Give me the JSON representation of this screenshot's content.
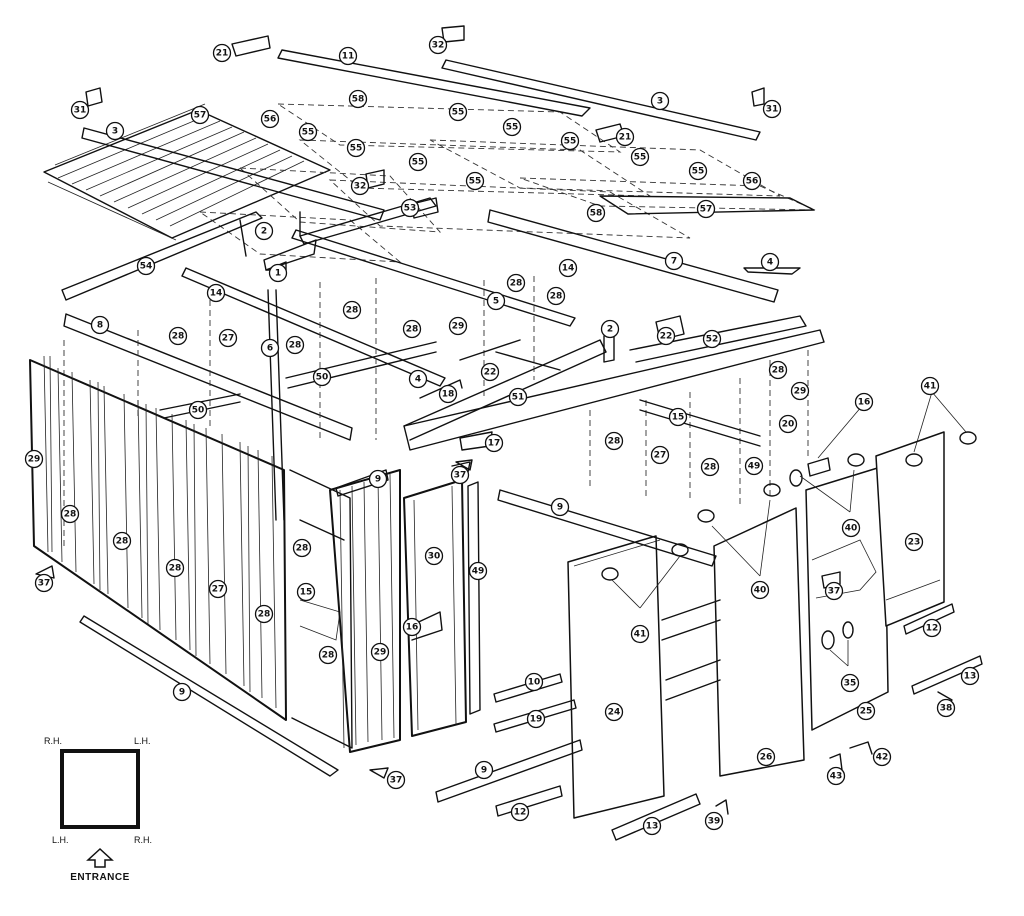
{
  "diagram": {
    "part_callouts": [
      {
        "id": "c-21a",
        "num": "21"
      },
      {
        "id": "c-11",
        "num": "11"
      },
      {
        "id": "c-32a",
        "num": "32"
      },
      {
        "id": "c-31a",
        "num": "31"
      },
      {
        "id": "c-3a",
        "num": "3"
      },
      {
        "id": "c-31b",
        "num": "31"
      },
      {
        "id": "c-58a",
        "num": "58"
      },
      {
        "id": "c-55a",
        "num": "55"
      },
      {
        "id": "c-57a",
        "num": "57"
      },
      {
        "id": "c-56a",
        "num": "56"
      },
      {
        "id": "c-55b",
        "num": "55"
      },
      {
        "id": "c-55c",
        "num": "55"
      },
      {
        "id": "c-55d",
        "num": "55"
      },
      {
        "id": "c-21b",
        "num": "21"
      },
      {
        "id": "c-3b",
        "num": "3"
      },
      {
        "id": "c-55e",
        "num": "55"
      },
      {
        "id": "c-55f",
        "num": "55"
      },
      {
        "id": "c-55g",
        "num": "55"
      },
      {
        "id": "c-56b",
        "num": "56"
      },
      {
        "id": "c-55h",
        "num": "55"
      },
      {
        "id": "c-57b",
        "num": "57"
      },
      {
        "id": "c-32b",
        "num": "32"
      },
      {
        "id": "c-55i",
        "num": "55"
      },
      {
        "id": "c-53",
        "num": "53"
      },
      {
        "id": "c-58b",
        "num": "58"
      },
      {
        "id": "c-2a",
        "num": "2"
      },
      {
        "id": "c-7",
        "num": "7"
      },
      {
        "id": "c-4a",
        "num": "4"
      },
      {
        "id": "c-54",
        "num": "54"
      },
      {
        "id": "c-1",
        "num": "1"
      },
      {
        "id": "c-14a",
        "num": "14"
      },
      {
        "id": "c-14b",
        "num": "14"
      },
      {
        "id": "c-28a",
        "num": "28"
      },
      {
        "id": "c-28b",
        "num": "28"
      },
      {
        "id": "c-5",
        "num": "5"
      },
      {
        "id": "c-8",
        "num": "8"
      },
      {
        "id": "c-28c",
        "num": "28"
      },
      {
        "id": "c-27a",
        "num": "27"
      },
      {
        "id": "c-6",
        "num": "6"
      },
      {
        "id": "c-28d",
        "num": "28"
      },
      {
        "id": "c-28e",
        "num": "28"
      },
      {
        "id": "c-29a",
        "num": "29"
      },
      {
        "id": "c-2b",
        "num": "2"
      },
      {
        "id": "c-22a",
        "num": "22"
      },
      {
        "id": "c-52",
        "num": "52"
      },
      {
        "id": "c-28f",
        "num": "28"
      },
      {
        "id": "c-50a",
        "num": "50"
      },
      {
        "id": "c-4b",
        "num": "4"
      },
      {
        "id": "c-18",
        "num": "18"
      },
      {
        "id": "c-22b",
        "num": "22"
      },
      {
        "id": "c-51",
        "num": "51"
      },
      {
        "id": "c-28g",
        "num": "28"
      },
      {
        "id": "c-29b",
        "num": "29"
      },
      {
        "id": "c-16a",
        "num": "16"
      },
      {
        "id": "c-41a",
        "num": "41"
      },
      {
        "id": "c-50b",
        "num": "50"
      },
      {
        "id": "c-15a",
        "num": "15"
      },
      {
        "id": "c-20",
        "num": "20"
      },
      {
        "id": "c-17",
        "num": "17"
      },
      {
        "id": "c-28h",
        "num": "28"
      },
      {
        "id": "c-27b",
        "num": "27"
      },
      {
        "id": "c-28i",
        "num": "28"
      },
      {
        "id": "c-49a",
        "num": "49"
      },
      {
        "id": "c-29c",
        "num": "29"
      },
      {
        "id": "c-37a",
        "num": "37"
      },
      {
        "id": "c-9a",
        "num": "9"
      },
      {
        "id": "c-23",
        "num": "23"
      },
      {
        "id": "c-28j",
        "num": "28"
      },
      {
        "id": "c-28k",
        "num": "28"
      },
      {
        "id": "c-9b",
        "num": "9"
      },
      {
        "id": "c-40a",
        "num": "40"
      },
      {
        "id": "c-28l",
        "num": "28"
      },
      {
        "id": "c-30",
        "num": "30"
      },
      {
        "id": "c-49b",
        "num": "49"
      },
      {
        "id": "c-37b",
        "num": "37"
      },
      {
        "id": "c-37c",
        "num": "37"
      },
      {
        "id": "c-28m",
        "num": "28"
      },
      {
        "id": "c-27c",
        "num": "27"
      },
      {
        "id": "c-28n",
        "num": "28"
      },
      {
        "id": "c-15b",
        "num": "15"
      },
      {
        "id": "c-40b",
        "num": "40"
      },
      {
        "id": "c-16b",
        "num": "16"
      },
      {
        "id": "c-41b",
        "num": "41"
      },
      {
        "id": "c-12a",
        "num": "12"
      },
      {
        "id": "c-28o",
        "num": "28"
      },
      {
        "id": "c-29d",
        "num": "29"
      },
      {
        "id": "c-10",
        "num": "10"
      },
      {
        "id": "c-35",
        "num": "35"
      },
      {
        "id": "c-13a",
        "num": "13"
      },
      {
        "id": "c-9c",
        "num": "9"
      },
      {
        "id": "c-19",
        "num": "19"
      },
      {
        "id": "c-24",
        "num": "24"
      },
      {
        "id": "c-25",
        "num": "25"
      },
      {
        "id": "c-38",
        "num": "38"
      },
      {
        "id": "c-26",
        "num": "26"
      },
      {
        "id": "c-9d",
        "num": "9"
      },
      {
        "id": "c-37d",
        "num": "37"
      },
      {
        "id": "c-42",
        "num": "42"
      },
      {
        "id": "c-43",
        "num": "43"
      },
      {
        "id": "c-12b",
        "num": "12"
      },
      {
        "id": "c-13b",
        "num": "13"
      },
      {
        "id": "c-39",
        "num": "39"
      }
    ]
  },
  "orientation_key": {
    "top_left": "R.H.",
    "top_right": "L.H.",
    "bottom_left": "L.H.",
    "bottom_right": "R.H.",
    "entrance_label": "ENTRANCE"
  }
}
